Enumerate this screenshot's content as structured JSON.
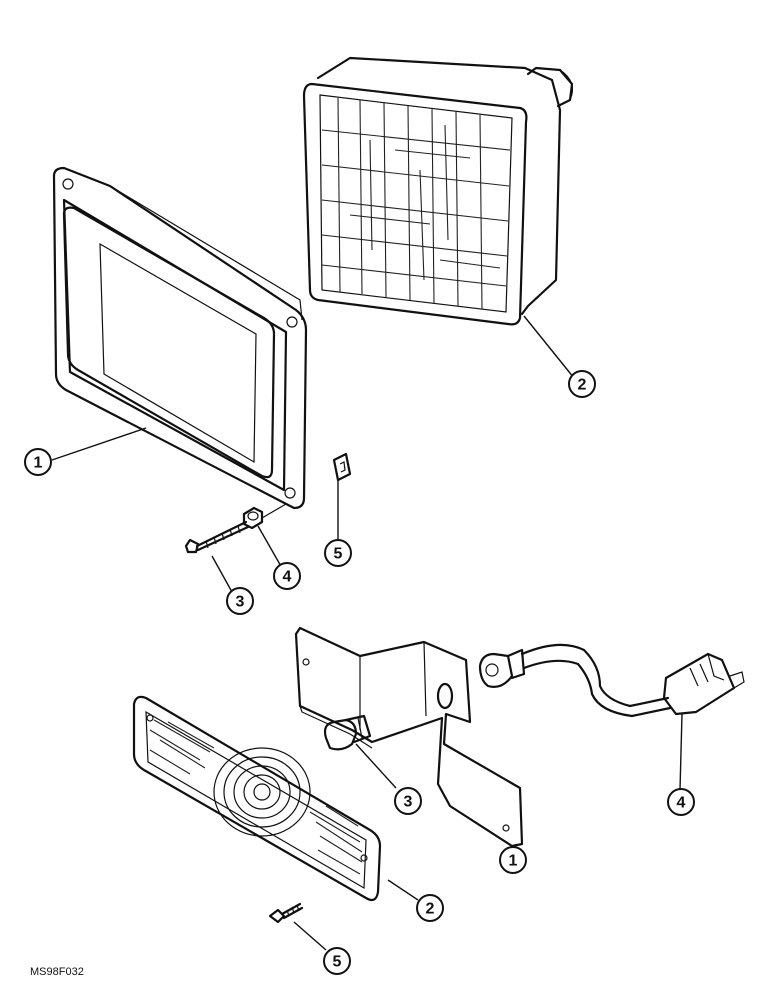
{
  "drawing_code": "MS98F032",
  "upper_assembly": {
    "callouts": [
      "1",
      "2",
      "3",
      "4",
      "5"
    ]
  },
  "lower_assembly": {
    "callouts": [
      "1",
      "2",
      "3",
      "4",
      "5"
    ]
  }
}
